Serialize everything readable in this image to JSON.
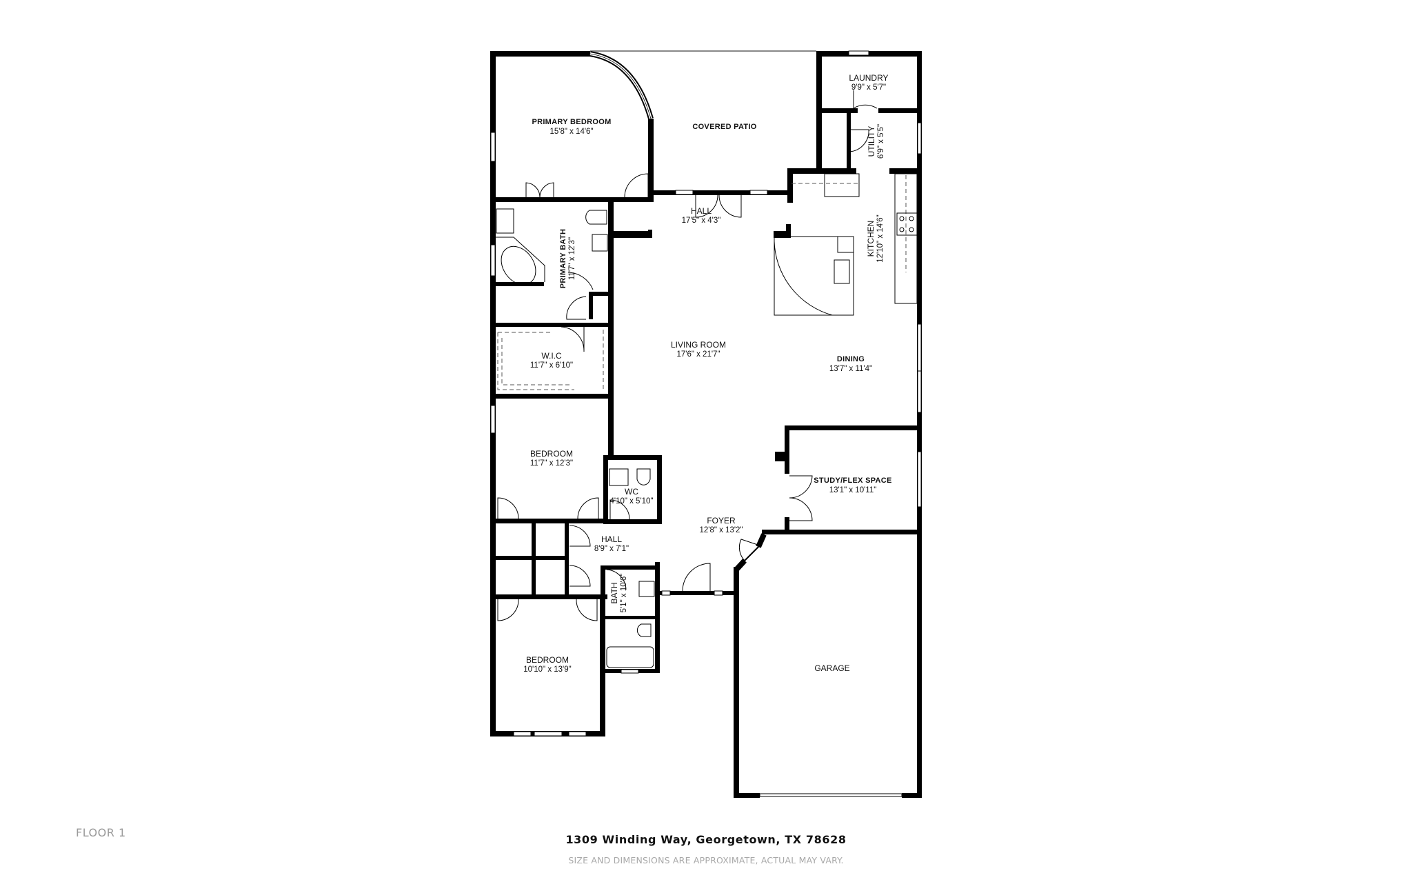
{
  "floor": {
    "label": "FLOOR 1"
  },
  "footer": {
    "address": "1309 Winding Way, Georgetown, TX 78628",
    "disclaimer": "SIZE AND DIMENSIONS ARE APPROXIMATE, ACTUAL MAY VARY."
  },
  "rooms": {
    "primary_bedroom": {
      "name": "PRIMARY BEDROOM",
      "dims": "15'8\" x 14'6\""
    },
    "covered_patio": {
      "name": "COVERED PATIO",
      "dims": ""
    },
    "laundry": {
      "name": "LAUNDRY",
      "dims": "9'9\" x 5'7\""
    },
    "utility": {
      "name": "UTILITY",
      "dims": "6'9\" x 5'5\""
    },
    "hall_top": {
      "name": "HALL",
      "dims": "17'5\" x 4'3\""
    },
    "kitchen": {
      "name": "KITCHEN",
      "dims": "12'10\" x 14'6\""
    },
    "primary_bath": {
      "name": "PRIMARY BATH",
      "dims": "11'7\" x 12'3\""
    },
    "wic": {
      "name": "W.I.C",
      "dims": "11'7\" x 6'10\""
    },
    "living_room": {
      "name": "LIVING ROOM",
      "dims": "17'6\" x 21'7\""
    },
    "dining": {
      "name": "DINING",
      "dims": "13'7\" x 11'4\""
    },
    "bedroom_1": {
      "name": "BEDROOM",
      "dims": "11'7\" x 12'3\""
    },
    "wc": {
      "name": "WC",
      "dims": "4'10\" x 5'10\""
    },
    "study": {
      "name": "STUDY/FLEX SPACE",
      "dims": "13'1\" x 10'11\""
    },
    "foyer": {
      "name": "FOYER",
      "dims": "12'8\" x 13'2\""
    },
    "hall_bottom": {
      "name": "HALL",
      "dims": "8'9\" x 7'1\""
    },
    "bath": {
      "name": "BATH",
      "dims": "5'1\" x 10'6\""
    },
    "bedroom_2": {
      "name": "BEDROOM",
      "dims": "10'10\" x 13'9\""
    },
    "garage": {
      "name": "GARAGE",
      "dims": ""
    }
  },
  "colors": {
    "wall": "#000000",
    "background": "#ffffff",
    "footer_gray": "#a8a8a8"
  }
}
